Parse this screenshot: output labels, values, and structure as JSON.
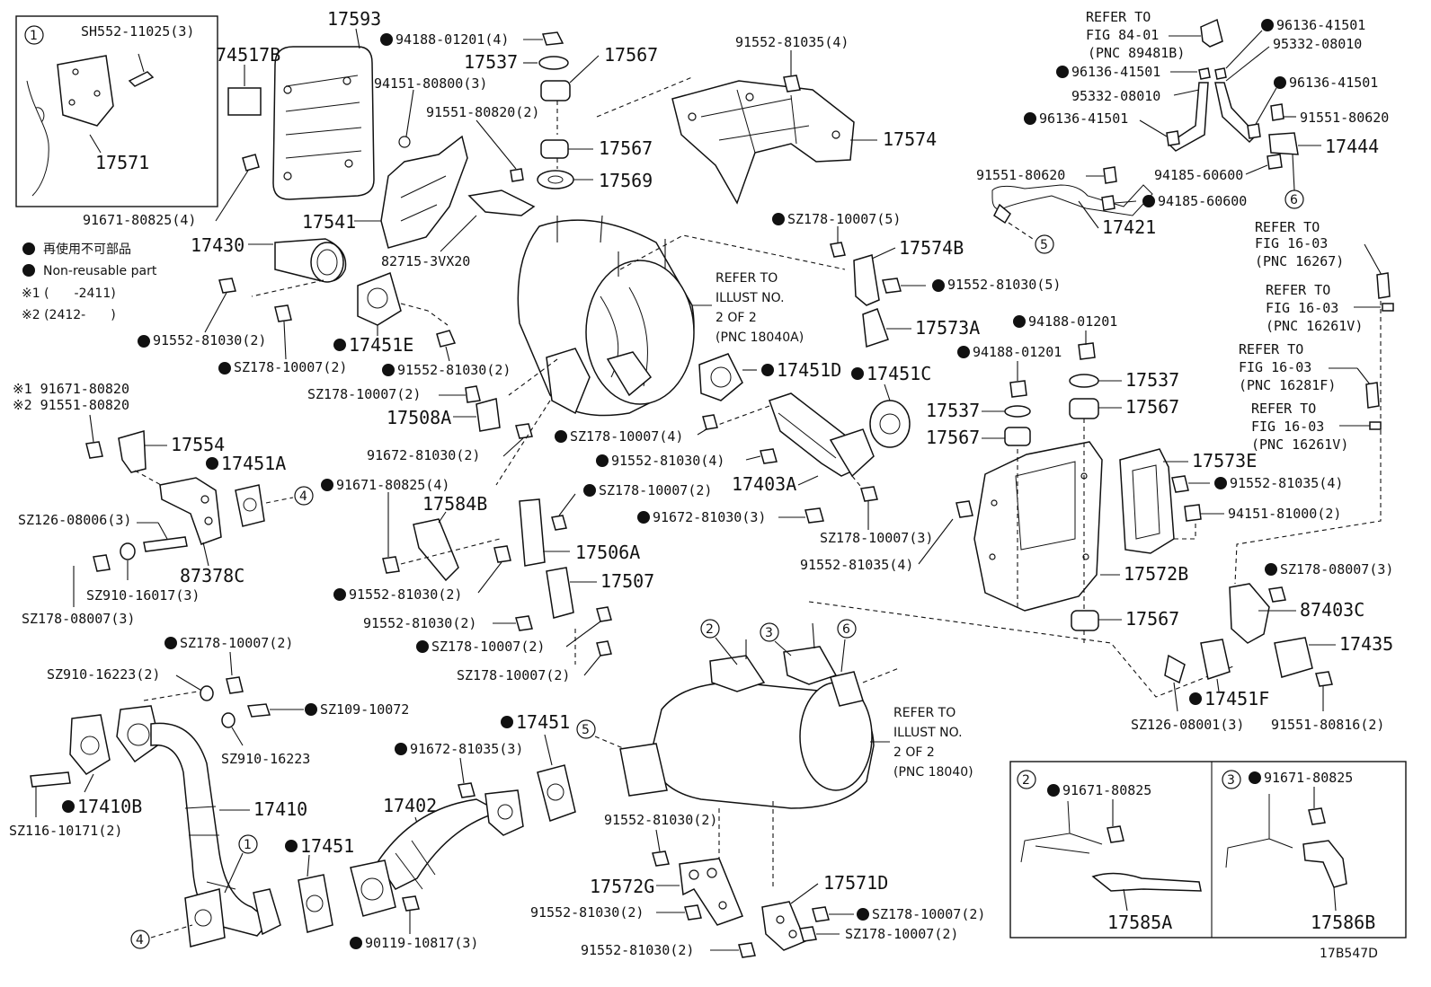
{
  "legend": {
    "non_reusable_jp": "再使用不可部品",
    "non_reusable_en": "Non-reusable part",
    "note1": "※1 (　　-2411)",
    "note2": "※2 (2412-　　)"
  },
  "diagram_code": "17B547D",
  "inset_refs": {
    "r1": "1",
    "r2": "2",
    "r3": "3",
    "r4": "4",
    "r5": "5",
    "r6": "6"
  },
  "notes": {
    "refer_illust_a": [
      "REFER TO",
      "ILLUST NO.",
      "2 OF 2",
      "(PNC 18040A)"
    ],
    "refer_illust_b": [
      "REFER TO",
      "ILLUST NO.",
      "2 OF 2",
      "(PNC 18040)"
    ],
    "refer_fig84": [
      "REFER TO",
      "FIG 84-01",
      "(PNC 89481B)"
    ],
    "refer_fig16_a": [
      "REFER TO",
      "FIG 16-03",
      "(PNC 16267)"
    ],
    "refer_fig16_b": [
      "REFER TO",
      "FIG 16-03",
      "(PNC 16261V)"
    ],
    "refer_fig16_c": [
      "REFER TO",
      "FIG 16-03",
      "(PNC 16281F)"
    ],
    "refer_fig16_d": [
      "REFER TO",
      "FIG 16-03",
      "(PNC 16261V)"
    ]
  },
  "labels": {
    "p17593": "17593",
    "p74517B": "74517B",
    "p94188_4": "94188-01201(4)",
    "p17537_top": "17537",
    "p17567_top": "17567",
    "p94151": "94151-80800(3)",
    "p91551_80820": "91551-80820(2)",
    "p17567_mid": "17567",
    "p17569": "17569",
    "p91552_81035_4": "91552-81035(4)",
    "p17574": "17574",
    "pSH552": "SH552-11025(3)",
    "p17571": "17571",
    "p91671_80825_4": "91671-80825(4)",
    "p17541": "17541",
    "p17430": "17430",
    "p82715": "82715-3VX20",
    "p91552_81030_a": "91552-81030(2)",
    "p17451E": "17451E",
    "pSZ178_a": "SZ178-10007(2)",
    "p91552_81030_b": "91552-81030(2)",
    "pSZ178_b": "SZ178-10007(2)",
    "p17508A": "17508A",
    "p91672_81030_2": "91672-81030(2)",
    "pSZ178_5": "SZ178-10007(5)",
    "p17574B": "17574B",
    "p91552_81030_5": "91552-81030(5)",
    "p17573A": "17573A",
    "p94188_b": "94188-01201",
    "p94188_c": "94188-01201",
    "p17451D": "17451D",
    "p17451C": "17451C",
    "p17537_r": "17537",
    "p17567_r": "17567",
    "p17537_l": "17537",
    "p17567_l": "17567",
    "pSZ178_4": "SZ178-10007(4)",
    "p91552_81030_4": "91552-81030(4)",
    "p17403A": "17403A",
    "pSZ178_c": "SZ178-10007(2)",
    "p91672_81030_3": "91672-81030(3)",
    "pSZ178_3": "SZ178-10007(3)",
    "p91552_81035_4b": "91552-81035(4)",
    "p17573E": "17573E",
    "p91552_81035_4c": "91552-81035(4)",
    "p94151_81000": "94151-81000(2)",
    "p17572B": "17572B",
    "p17567_b": "17567",
    "pSZ178_08007_3": "SZ178-08007(3)",
    "p87403C": "87403C",
    "p17435": "17435",
    "p17451F": "17451F",
    "pSZ126_08001": "SZ126-08001(3)",
    "p91551_80816": "91551-80816(2)",
    "n1_91671": "※1 91671-80820",
    "n2_91551": "※2 91551-80820",
    "p17554": "17554",
    "p17451A": "17451A",
    "p91671_80825_4b": "91671-80825(4)",
    "p17584B": "17584B",
    "pSZ126_08006": "SZ126-08006(3)",
    "p87378C": "87378C",
    "p17506A": "17506A",
    "p91552_81030_c": "91552-81030(2)",
    "p17507": "17507",
    "pSZ910_16017": "SZ910-16017(3)",
    "pSZ178_08007_b": "SZ178-08007(3)",
    "p91552_81030_d": "91552-81030(2)",
    "pSZ178_d": "SZ178-10007(2)",
    "pSZ178_e": "SZ178-10007(2)",
    "pSZ178_f": "SZ178-10007(2)",
    "pSZ910_16223_2": "SZ910-16223(2)",
    "pSZ109": "SZ109-10072",
    "pSZ910_16223": "SZ910-16223",
    "p17410B": "17410B",
    "p17410": "17410",
    "pSZ116": "SZ116-10171(2)",
    "p17451_a": "17451",
    "p17451_b": "17451",
    "p91672_81035_3": "91672-81035(3)",
    "p17402": "17402",
    "p90119": "90119-10817(3)",
    "p91552_81030_e": "91552-81030(2)",
    "p17572G": "17572G",
    "p91552_81030_f": "91552-81030(2)",
    "p17571D": "17571D",
    "pSZ178_g": "SZ178-10007(2)",
    "pSZ178_h": "SZ178-10007(2)",
    "p91552_81030_g": "91552-81030(2)",
    "p96136_a": "96136-41501",
    "p95332_a": "95332-08010",
    "p96136_b": "96136-41501",
    "p95332_b": "95332-08010",
    "p96136_c": "96136-41501",
    "p96136_d": "96136-41501",
    "p91551_80620_a": "91551-80620",
    "p91551_80620_b": "91551-80620",
    "p17444": "17444",
    "p94185_a": "94185-60600",
    "p94185_b": "94185-60600",
    "p17421": "17421",
    "inset2_bolt": "91671-80825",
    "inset2_part": "17585A",
    "inset3_bolt": "91671-80825",
    "inset3_part": "17586B"
  }
}
